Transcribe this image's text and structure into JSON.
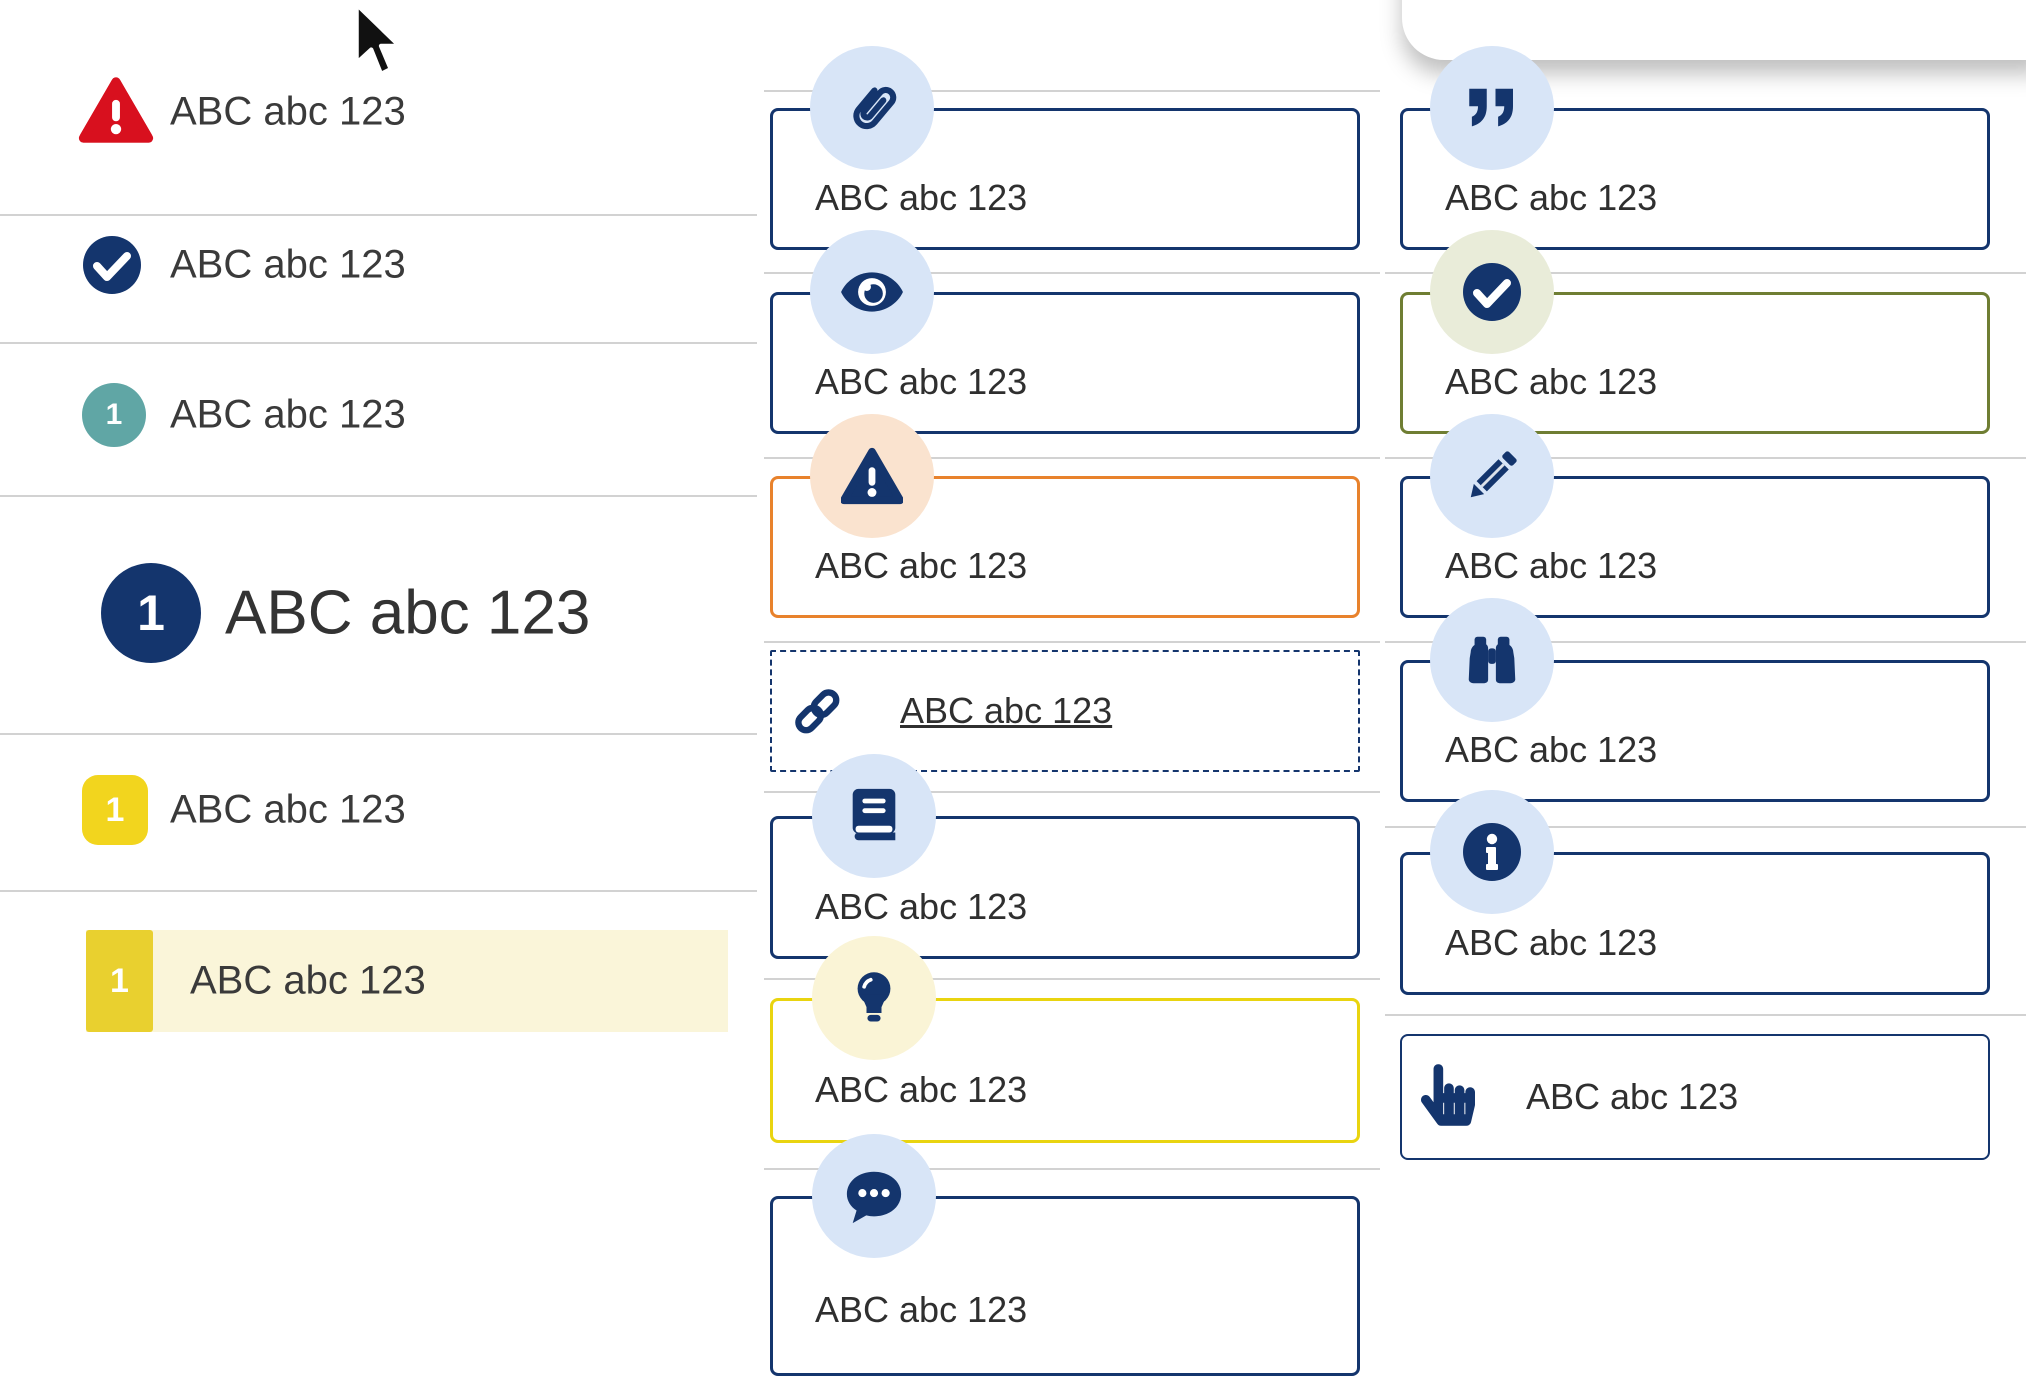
{
  "palette": {
    "navy": "#14356d",
    "red": "#d8101e",
    "teal": "#60a6a5",
    "orange": "#e8822c",
    "yellow": "#e9d410",
    "olive": "#6f7e33",
    "lightblue": "#d8e5f7",
    "peach": "#fae3cf",
    "paleyellow": "#faf4d6",
    "paleolive": "#e9ecd9",
    "badge-yellow": "#f2d51e",
    "badge-yellow-muted": "#e9d02f",
    "highlight": "#faf5d9",
    "divider": "#d2d2d2",
    "text": "#3a3a3a",
    "text-dark": "#2f2f2f"
  },
  "left_list": {
    "items": [
      {
        "icon": "warning-triangle-icon",
        "label": "ABC abc 123",
        "variant": "alert"
      },
      {
        "icon": "check-circle-icon",
        "label": "ABC abc 123",
        "variant": "success"
      },
      {
        "icon": "number-badge",
        "number": "1",
        "label": "ABC abc 123",
        "variant": "teal-circle"
      },
      {
        "icon": "number-badge",
        "number": "1",
        "label": "ABC abc 123",
        "variant": "navy-circle-large"
      },
      {
        "icon": "number-badge",
        "number": "1",
        "label": "ABC abc 123",
        "variant": "yellow-rounded"
      },
      {
        "icon": "number-badge",
        "number": "1",
        "label": "ABC abc 123",
        "variant": "yellow-highlighted-row"
      }
    ]
  },
  "middle_callouts": [
    {
      "icon": "paperclip-icon",
      "label": "ABC abc 123",
      "style": "navy"
    },
    {
      "icon": "eye-icon",
      "label": "ABC abc 123",
      "style": "navy"
    },
    {
      "icon": "warning-triangle-icon",
      "label": "ABC abc 123",
      "style": "orange"
    },
    {
      "icon": "link-icon",
      "label": "ABC abc 123",
      "style": "dashed-link"
    },
    {
      "icon": "book-icon",
      "label": "ABC abc 123",
      "style": "navy"
    },
    {
      "icon": "lightbulb-icon",
      "label": "ABC abc 123",
      "style": "yellow"
    },
    {
      "icon": "comment-dots-icon",
      "label": "ABC abc 123",
      "style": "navy"
    }
  ],
  "right_callouts": [
    {
      "icon": "quote-right-icon",
      "label": "ABC abc 123",
      "style": "navy"
    },
    {
      "icon": "check-circle-icon",
      "label": "ABC abc 123",
      "style": "green"
    },
    {
      "icon": "pencil-icon",
      "label": "ABC abc 123",
      "style": "navy"
    },
    {
      "icon": "binoculars-icon",
      "label": "ABC abc 123",
      "style": "navy"
    },
    {
      "icon": "info-circle-icon",
      "label": "ABC abc 123",
      "style": "navy"
    },
    {
      "icon": "hand-pointer-icon",
      "label": "ABC abc 123",
      "style": "navy-slim"
    }
  ]
}
